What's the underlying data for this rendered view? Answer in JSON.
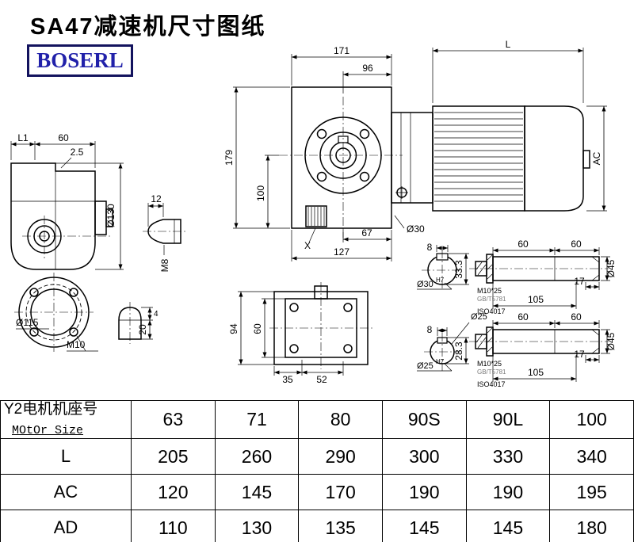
{
  "page": {
    "title": "SA47减速机尺寸图纸"
  },
  "logo": {
    "text": "BOSERL",
    "text_color": "#2121aa",
    "border_color": "#13135e"
  },
  "views": {
    "front": {
      "dim_width_total": "171",
      "dim_width_inner": "96",
      "dim_motor_length": "L",
      "dim_height": "179",
      "dim_axis_height": "100",
      "dim_motor_ac": "AC",
      "dim_67": "67",
      "dim_127": "127",
      "label_x": "X",
      "dia_30": "Ø30"
    },
    "side": {
      "dim_l1": "L1",
      "dim_60": "60",
      "dim_2_5": "2.5",
      "dia_130": "Ø130"
    },
    "key": {
      "dim_12": "12",
      "thread_m8": "M8"
    },
    "flange": {
      "dia_115": "Ø115",
      "thread_m10": "M10"
    },
    "plug": {
      "dim_4": "4",
      "dim_20": "20"
    },
    "bottom": {
      "dim_94": "94",
      "dim_60": "60",
      "dim_35": "35",
      "dim_52": "52"
    },
    "section30": {
      "dim_key_width": "8",
      "dim_33_3": "33.3",
      "bore": "Ø30",
      "fit": "H7"
    },
    "section25": {
      "callout": "Ø25",
      "dim_key_width": "8",
      "dim_28_3": "28.3",
      "bore": "Ø25",
      "fit": "H7"
    },
    "end_upper": {
      "dim_60a": "60",
      "dim_60b": "60",
      "dim_17": "17",
      "dim_105": "105",
      "dia_45": "Ø45",
      "thread": "M10*25",
      "std_gb": "GB/T5781",
      "std_iso": "ISO4017"
    },
    "end_lower": {
      "dim_60a": "60",
      "dim_60b": "60",
      "dim_17": "17",
      "dim_105": "105",
      "dia_45": "Ø45",
      "thread": "M10*25",
      "std_gb": "GB/T5781",
      "std_iso": "ISO4017"
    }
  },
  "table": {
    "header": {
      "label_cn": "Y2电机机座号",
      "label_en": "MOtOr Size",
      "sizes": [
        "63",
        "71",
        "80",
        "90S",
        "90L",
        "100"
      ]
    },
    "rows": [
      {
        "label": "L",
        "values": [
          "205",
          "260",
          "290",
          "300",
          "330",
          "340"
        ]
      },
      {
        "label": "AC",
        "values": [
          "120",
          "145",
          "170",
          "190",
          "190",
          "195"
        ]
      },
      {
        "label": "AD",
        "values": [
          "110",
          "130",
          "135",
          "145",
          "145",
          "180"
        ]
      }
    ]
  }
}
